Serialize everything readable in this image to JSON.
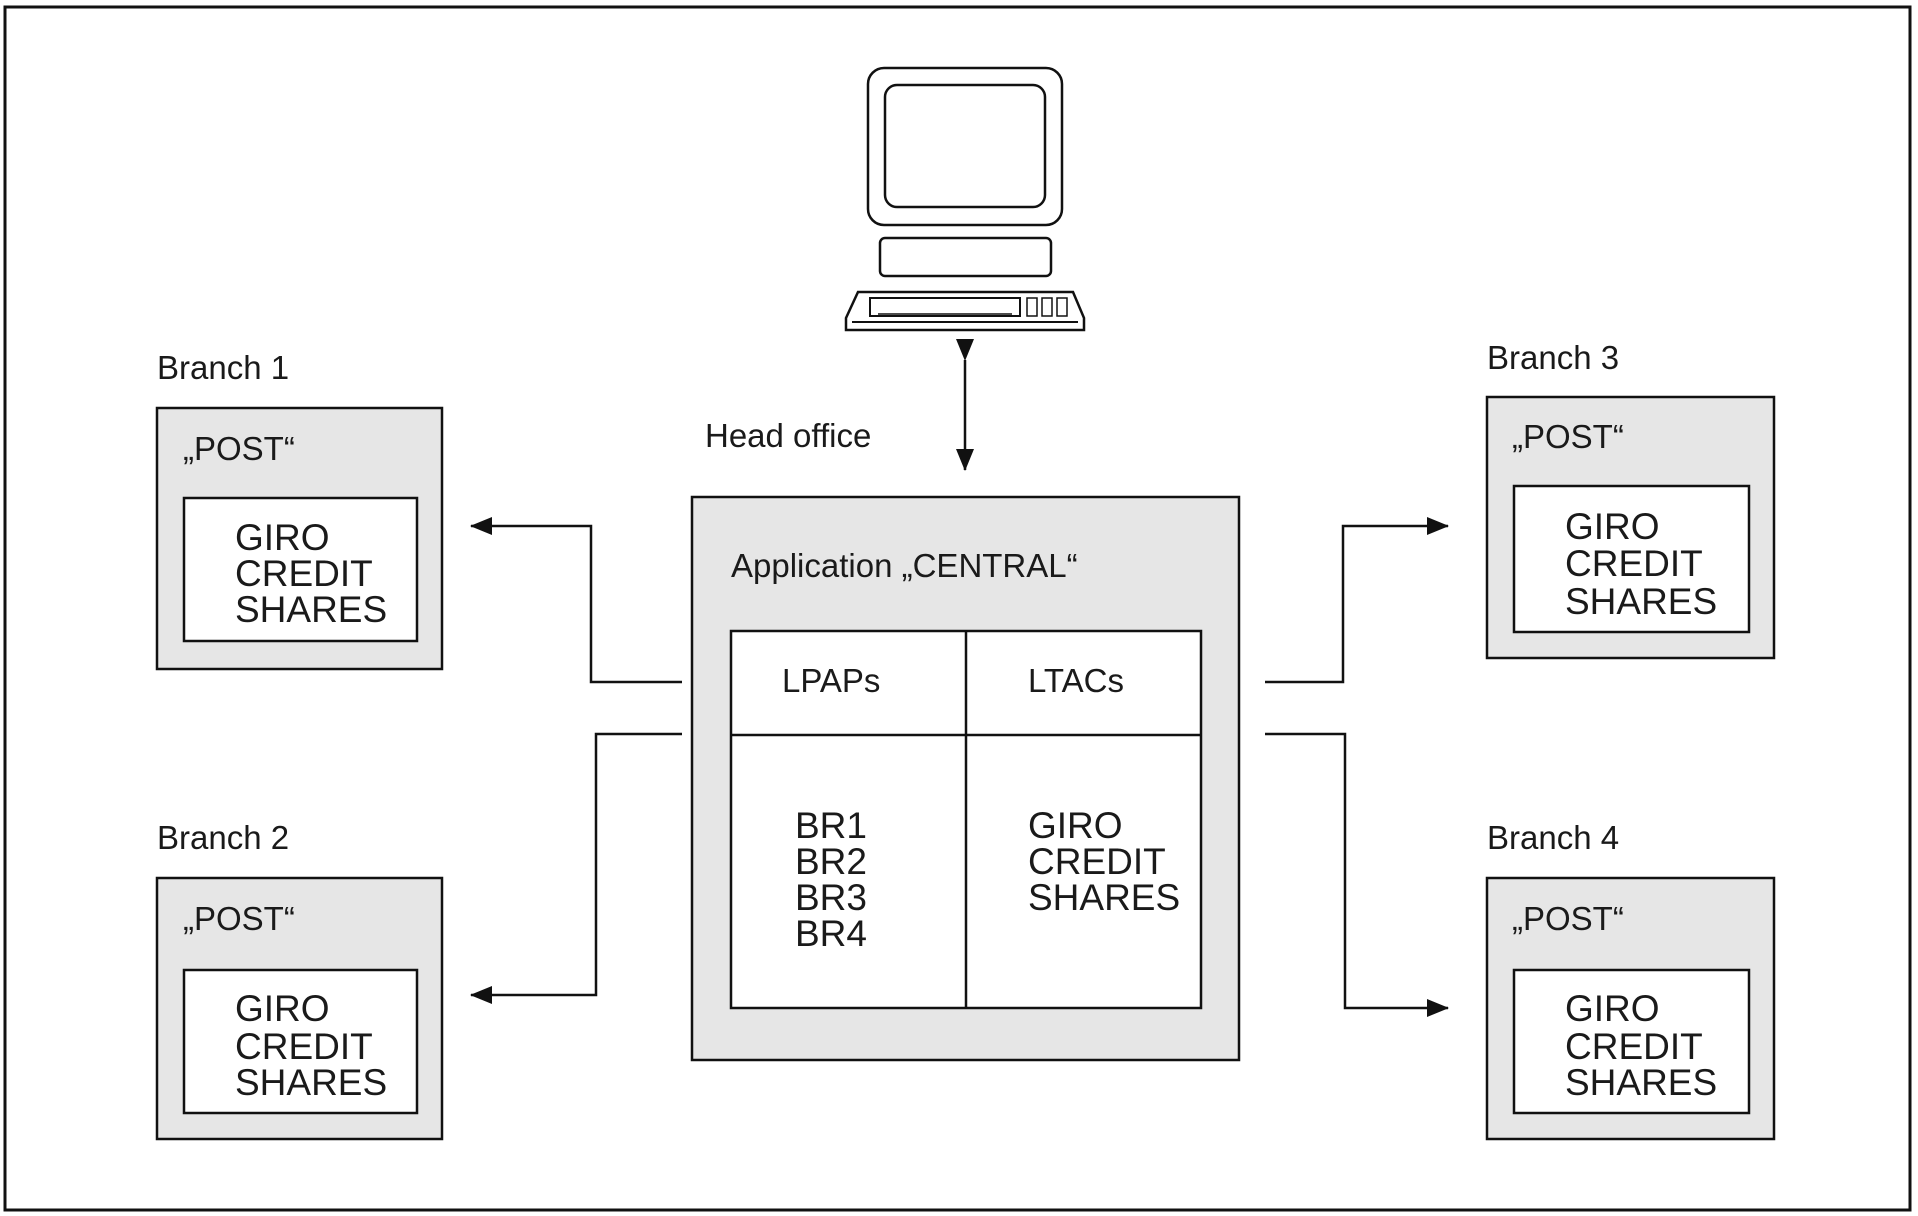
{
  "head_office": {
    "label": "Head office",
    "application_title": "Application „CENTRAL“",
    "lpaps_header": "LPAPs",
    "ltacs_header": "LTACs",
    "lpaps": [
      "BR1",
      "BR2",
      "BR3",
      "BR4"
    ],
    "ltacs": [
      "GIRO",
      "CREDIT",
      "SHARES"
    ]
  },
  "branches": [
    {
      "label": "Branch 1",
      "app": "„POST“",
      "services": [
        "GIRO",
        "CREDIT",
        "SHARES"
      ]
    },
    {
      "label": "Branch 2",
      "app": "„POST“",
      "services": [
        "GIRO",
        "CREDIT",
        "SHARES"
      ]
    },
    {
      "label": "Branch 3",
      "app": "„POST“",
      "services": [
        "GIRO",
        "CREDIT",
        "SHARES"
      ]
    },
    {
      "label": "Branch 4",
      "app": "„POST“",
      "services": [
        "GIRO",
        "CREDIT",
        "SHARES"
      ]
    }
  ],
  "icons": {
    "terminal": "computer-terminal-icon"
  }
}
